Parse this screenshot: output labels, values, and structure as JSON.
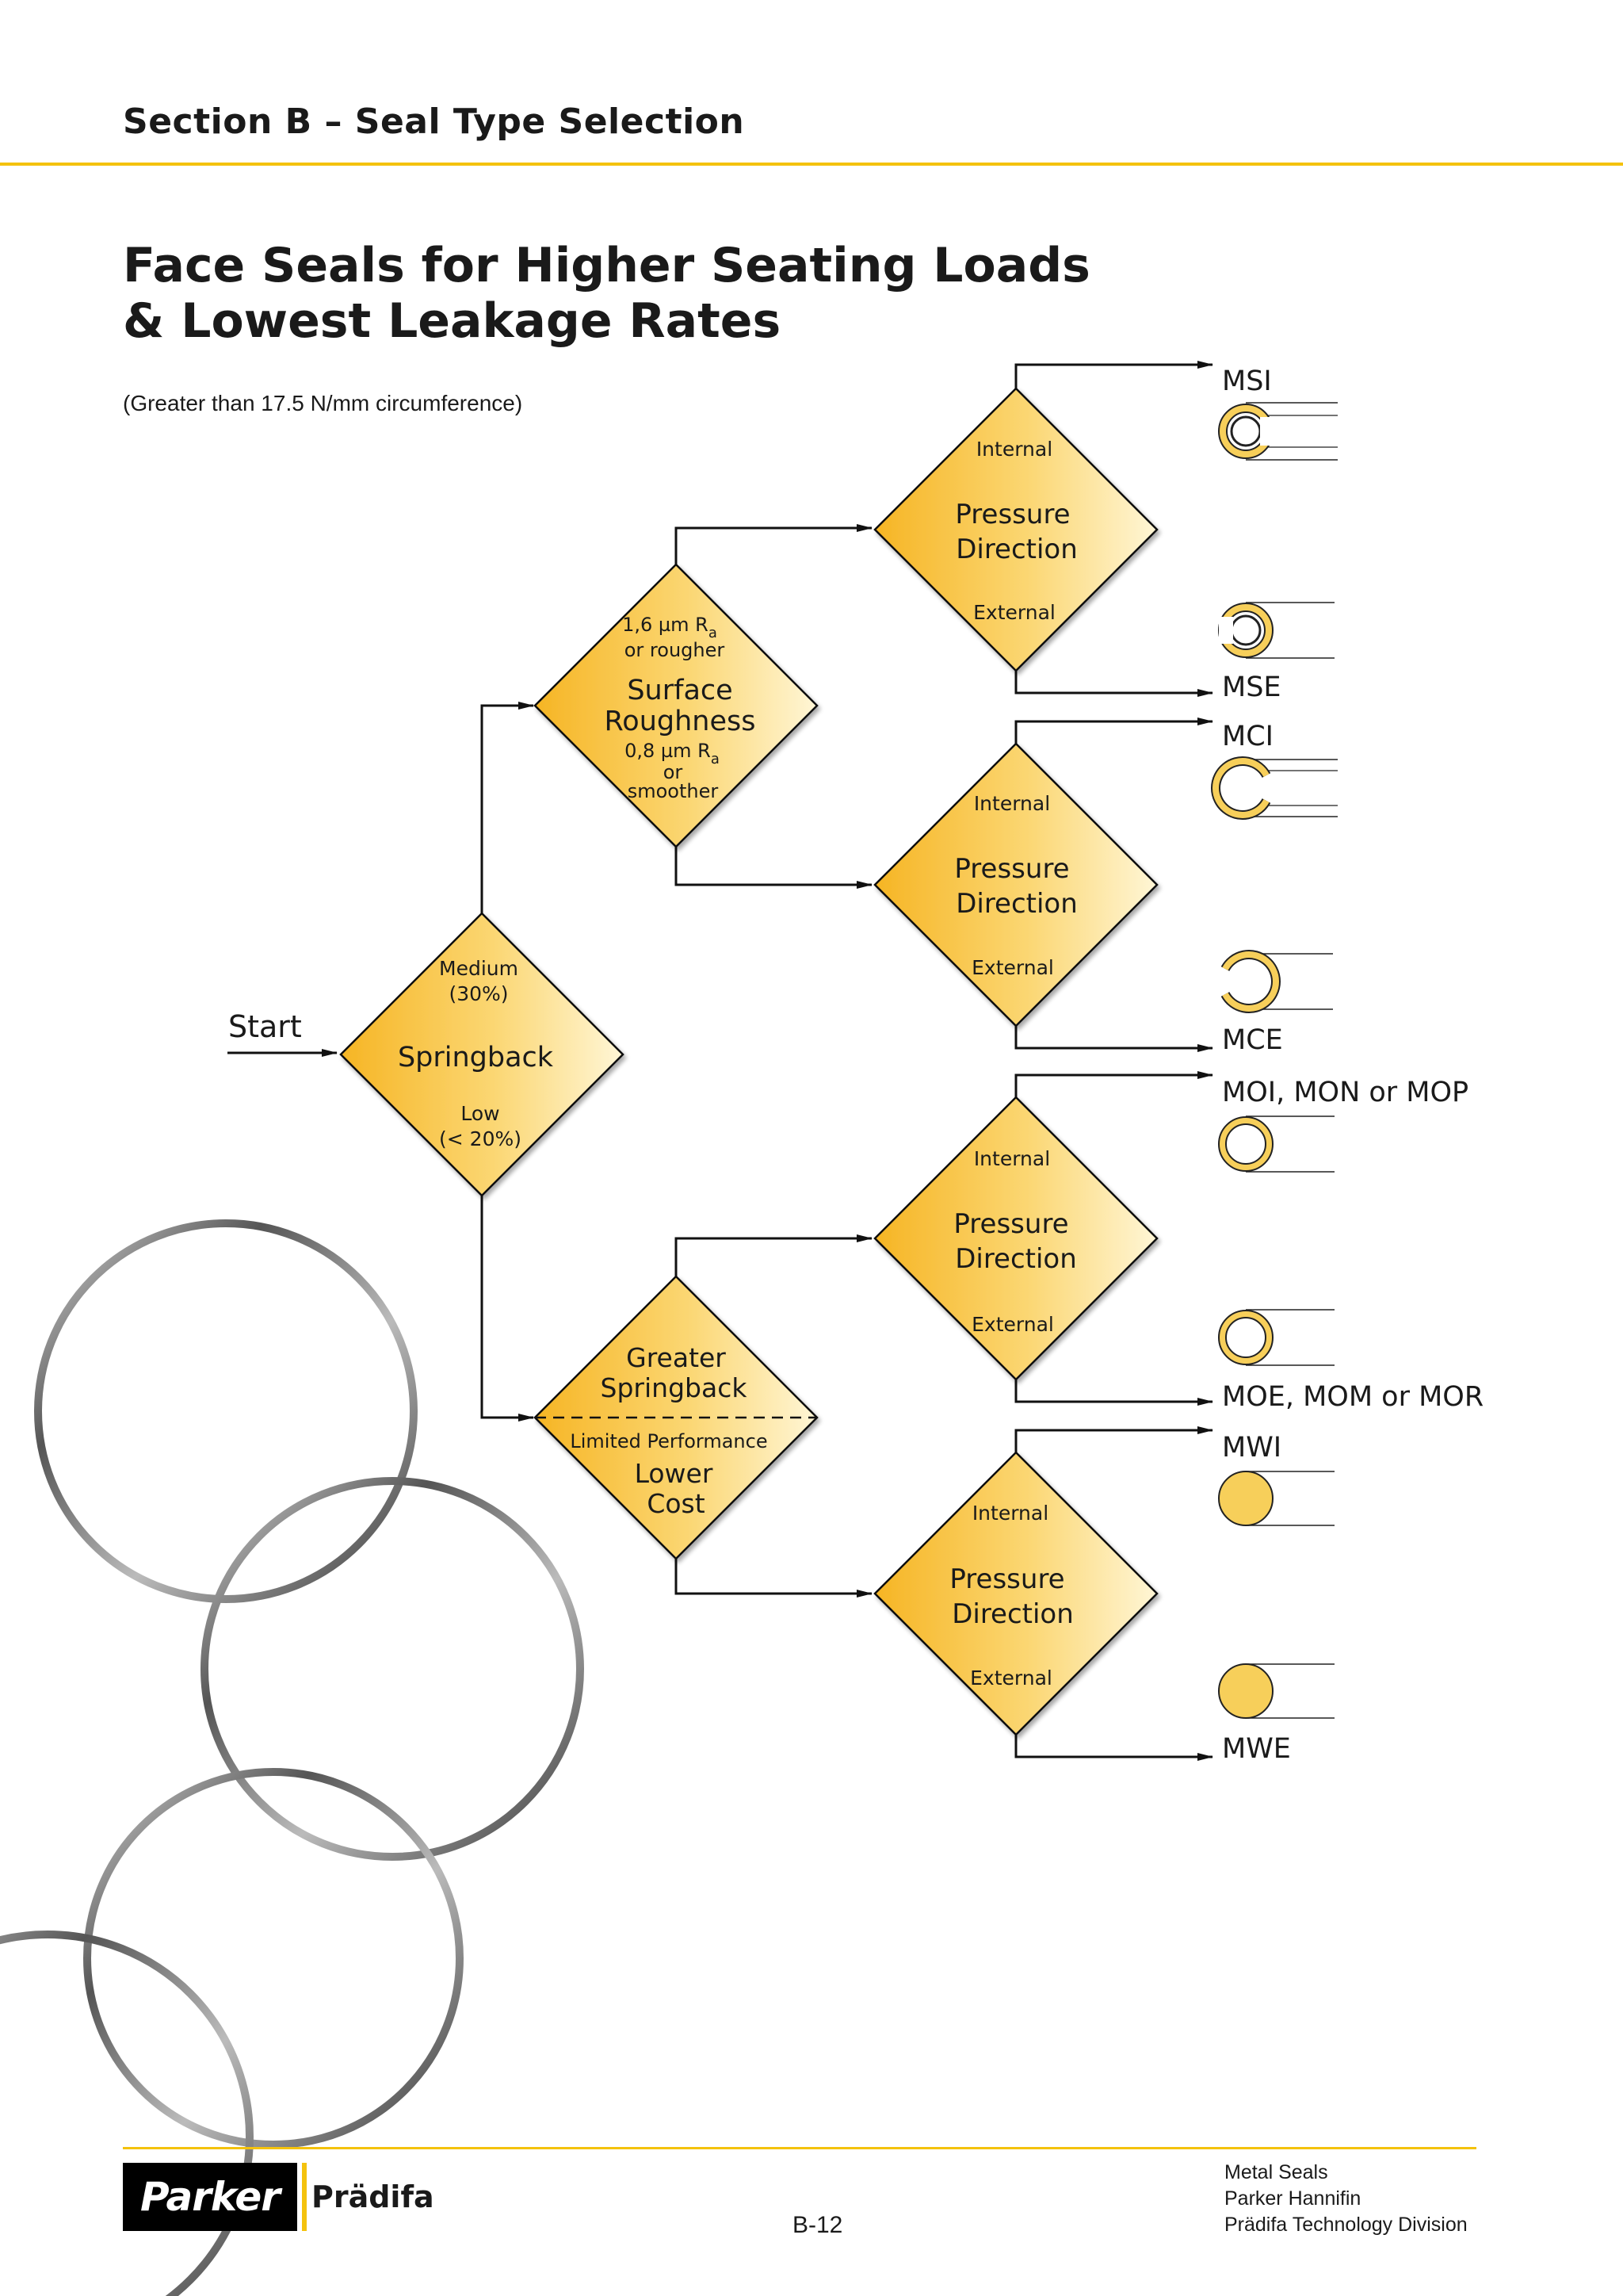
{
  "header": {
    "section": "Section B – Seal Type Selection"
  },
  "title": {
    "line1": "Face Seals for Higher Seating Loads",
    "line2": "& Lowest Leakage Rates"
  },
  "subtitle": "(Greater than 17.5 N/mm circumference)",
  "colors": {
    "accent": "#f4c20d",
    "diamond_light": "#fff4cf",
    "diamond_dark": "#f6b524",
    "seal_fill": "#f7cf5a",
    "outline": "#1a1a1a"
  },
  "flow": {
    "start": "Start",
    "springback": {
      "label": "Springback",
      "top": "Medium",
      "top2": "(30%)",
      "bottom": "Low",
      "bottom2": "(< 20%)"
    },
    "roughness": {
      "label1": "Surface",
      "label2": "Roughness",
      "top1": "1,6  µm  R",
      "top_sub": "a",
      "top2": "or rougher",
      "bottom1": "0,8  µm   R",
      "bottom_sub": "a",
      "bottom2": "or",
      "bottom3": "smoother"
    },
    "springback2": {
      "label1": "Greater",
      "label2": "Springback",
      "mid": "Limited Performance",
      "label3": "Lower",
      "label4": "Cost"
    },
    "pressure": {
      "label1": "Pressure",
      "label2": "Direction",
      "internal": "Internal",
      "external": "External"
    }
  },
  "outcomes": [
    "MSI",
    "MSE",
    "MCI",
    "MCE",
    "MOI, MON or MOP",
    "MOE, MOM or MOR",
    "MWI",
    "MWE"
  ],
  "footer": {
    "logo": "Parker",
    "logo_sub": "Prädifa",
    "page": "B-12",
    "info": [
      "Metal Seals",
      "Parker Hannifin",
      "Prädifa Technology Division"
    ]
  },
  "icons": {
    "rings_photo": "metal-rings-photo",
    "seal_profile": "seal-cross-section-icon",
    "arrow": "arrow-right-icon"
  }
}
